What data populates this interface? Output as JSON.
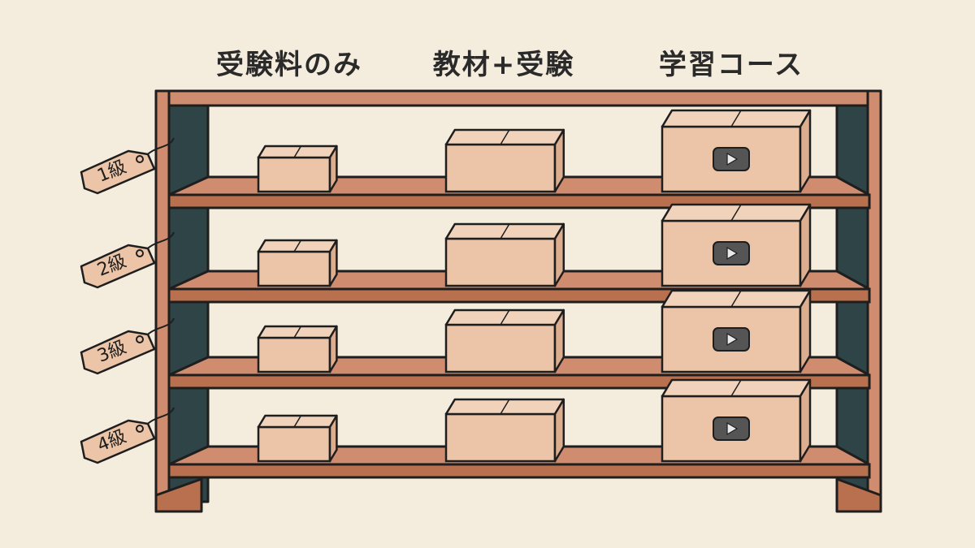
{
  "columns": [
    {
      "label": "受験料のみ",
      "box": "small"
    },
    {
      "label": "教材+受験",
      "box": "medium"
    },
    {
      "label": "学習コース",
      "box": "large"
    }
  ],
  "rows": [
    {
      "label": "1級"
    },
    {
      "label": "2級"
    },
    {
      "label": "3級"
    },
    {
      "label": "4級"
    }
  ],
  "icons": {
    "large_box_badge": "play-icon"
  },
  "colors": {
    "background": "#f4ecdd",
    "wood": "#d08c6e",
    "wood_dark": "#b8704f",
    "back_panel": "#2e4447",
    "box": "#ecc5a8",
    "tag": "#ecc5a8",
    "outline": "#1e1e1e",
    "play_badge": "#555555"
  }
}
